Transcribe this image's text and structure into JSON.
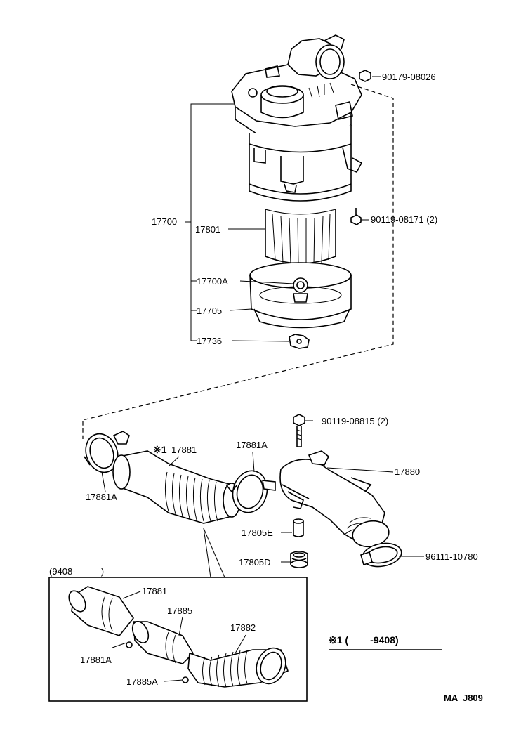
{
  "labels": {
    "p17700": "17700",
    "p17801": "17801",
    "p17700A": "17700A",
    "p17705": "17705",
    "p17736": "17736",
    "p90179": "90179-08026",
    "p90119a": "90119-08171 (2)",
    "p90119b": "90119-08815 (2)",
    "p17881_main": "17881",
    "p17881_mark": "※1",
    "p17881A_top": "17881A",
    "p17881A_left": "17881A",
    "p17880": "17880",
    "p17805E": "17805E",
    "p17805D": "17805D",
    "p96111": "96111-10780",
    "inset_range": "(9408-          )",
    "inset_17881": "17881",
    "inset_17885": "17885",
    "inset_17882": "17882",
    "inset_17881A": "17881A",
    "inset_17885A": "17885A",
    "footnote": "※1 (        -9408)",
    "code": "MA  J809"
  }
}
